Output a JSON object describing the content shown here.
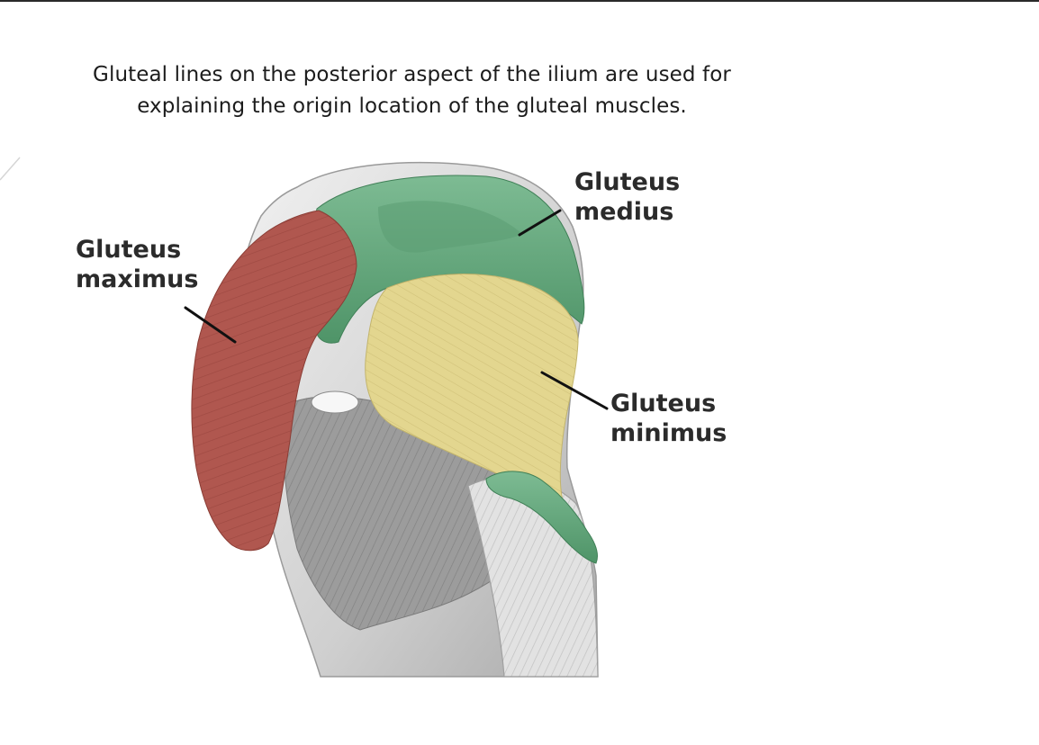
{
  "caption": "Gluteal lines on the posterior aspect of the ilium are used for explaining the origin location of the gluteal muscles.",
  "labels": {
    "medius": {
      "line1": "Gluteus",
      "line2": "medius"
    },
    "maximus": {
      "line1": "Gluteus",
      "line2": "maximus"
    },
    "minimus": {
      "line1": "Gluteus",
      "line2": "minimus"
    }
  },
  "colors": {
    "gluteus_maximus": "#b0574f",
    "gluteus_medius": "#6aaa80",
    "gluteus_minimus": "#e3d68f",
    "bone": "#d9d9d9",
    "leader_line": "#111111"
  }
}
